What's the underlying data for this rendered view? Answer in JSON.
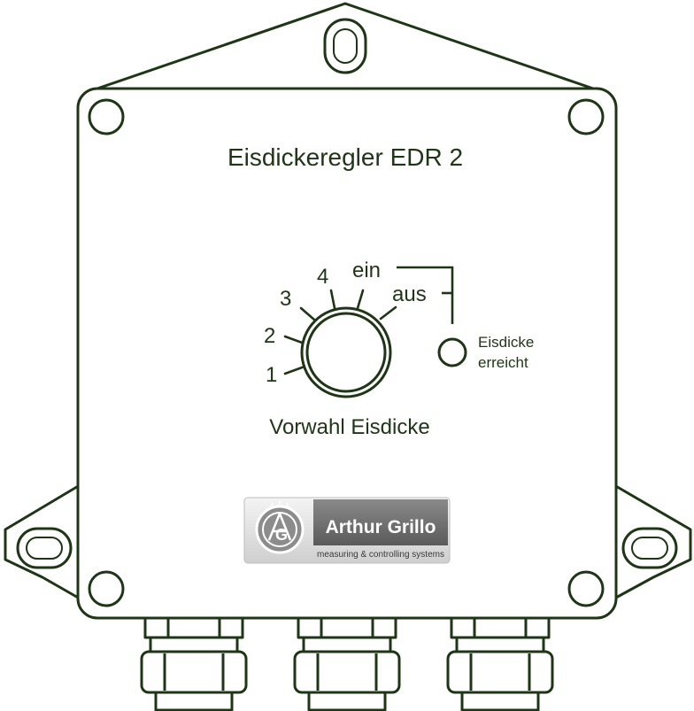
{
  "device": {
    "title": "Eisdickeregler EDR 2",
    "dial_caption": "Vorwahl Eisdicke",
    "dial_scale": [
      "1",
      "2",
      "3",
      "4",
      "ein",
      "aus"
    ],
    "indicator_label_line1": "Eisdicke",
    "indicator_label_line2": "erreicht"
  },
  "brand": {
    "name": "Arthur Grillo",
    "tagline": "measuring & controlling systems",
    "logo_letter": "G"
  },
  "colors": {
    "outline": "#1e3516",
    "text": "#1e3516",
    "badge_dark": "#6f6f6f",
    "badge_light": "#dcdcdc"
  }
}
